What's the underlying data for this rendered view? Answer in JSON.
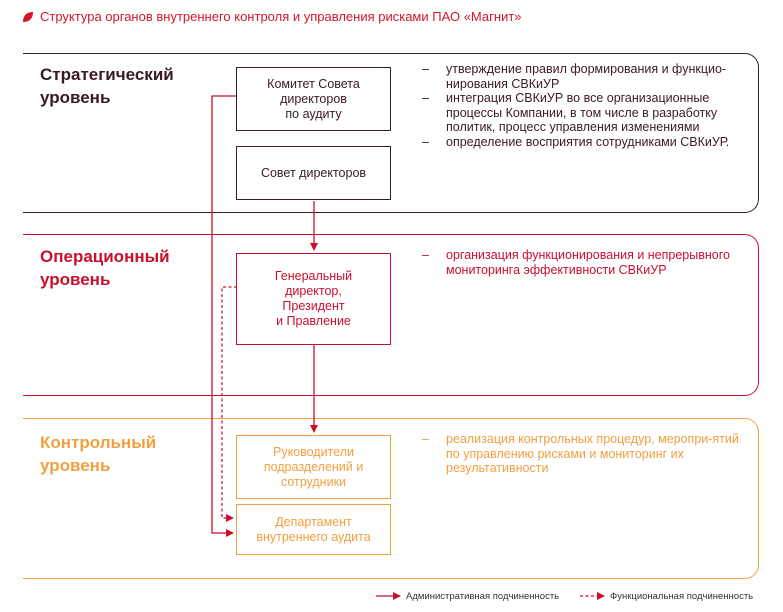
{
  "header": {
    "title": "Структура органов внутреннего контроля и управления рисками ПАО «Магнит»"
  },
  "levels": {
    "strategic": {
      "label": "Стратегический\nуровень",
      "notes": [
        "утверждение правил формирования и функцио-нирования СВКиУР",
        "интеграция СВКиУР во все организационные процессы Компании, в том числе в разработку политик, процесс управления изменениями",
        "определение восприятия сотрудниками СВКиУР."
      ]
    },
    "operational": {
      "label": "Операционный\nуровень",
      "notes": [
        "организация функционирования и непрерывного мониторинга эффективности СВКиУР"
      ]
    },
    "control": {
      "label": "Контрольный\nуровень",
      "notes": [
        "реализация контрольных процедур, меропри-ятий по управлению рисками и мониторинг их результативности"
      ]
    }
  },
  "boxes": {
    "audit_committee": "Комитет Совета\nдиректоров\nпо аудиту",
    "board": "Совет директоров",
    "ceo": "Генеральный\nдиректор,\nПрезидент\nи Правление",
    "heads": "Руководители\nподразделений и\nсотрудники",
    "internal_audit": "Департамент\nвнутреннего аудита"
  },
  "legend": {
    "administrative": "Административная подчиненность",
    "functional": "Функциональная подчиненность"
  },
  "colors": {
    "strategic": "#3a1a26",
    "operational": "#c8102e",
    "control": "#f0a040",
    "accent": "#d1182b"
  }
}
